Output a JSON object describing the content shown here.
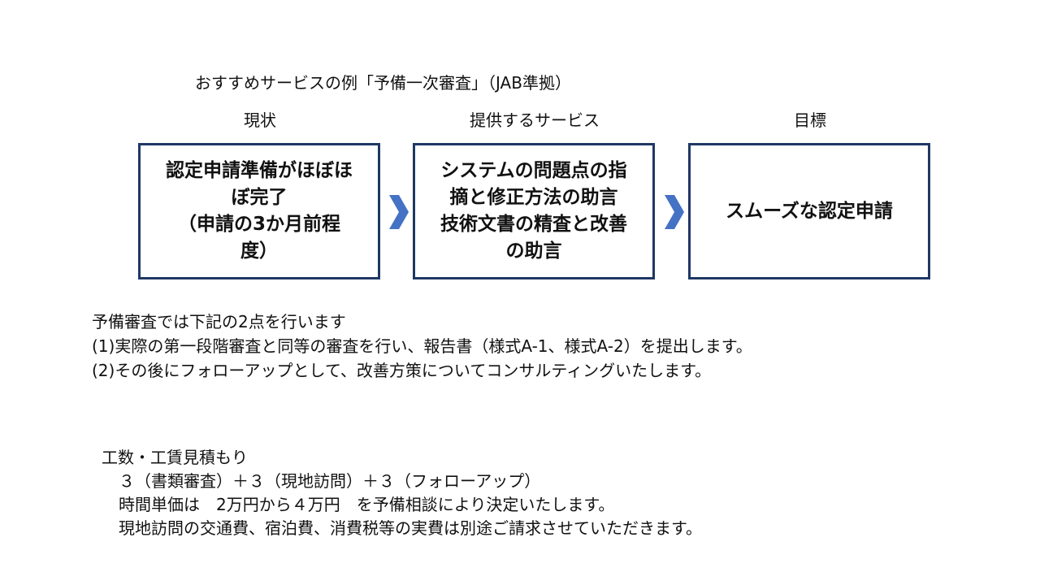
{
  "title": "おすすめサービスの例「予備一次審査」（JAB準拠）",
  "columns": [
    {
      "header": "現状",
      "box": "認定申請準備がほぼほ\nぼ完了\n（申請の3か月前程\n度）"
    },
    {
      "header": "提供するサービス",
      "box": "システムの問題点の指\n摘と修正方法の助言\n技術文書の精査と改善\nの助言"
    },
    {
      "header": "目標",
      "box": "スムーズな認定申請"
    }
  ],
  "arrow_icon": "chevron-right",
  "colors": {
    "box_border": "#1f3864",
    "arrow": "#4472c4"
  },
  "description": [
    "予備審査では下記の2点を行います",
    "(1)実際の第一段階審査と同等の審査を行い、報告書（様式A-1、様式A-2）を提出します。",
    "(2)その後にフォローアップとして、改善方策についてコンサルティングいたします。"
  ],
  "estimate": {
    "heading": "工数・工賃見積もり",
    "lines": [
      "３（書類審査）＋３（現地訪問）＋３（フォローアップ）",
      "時間単価は　2万円から４万円　を予備相談により決定いたします。",
      "現地訪問の交通費、宿泊費、消費税等の実費は別途ご請求させていただきます。"
    ]
  }
}
